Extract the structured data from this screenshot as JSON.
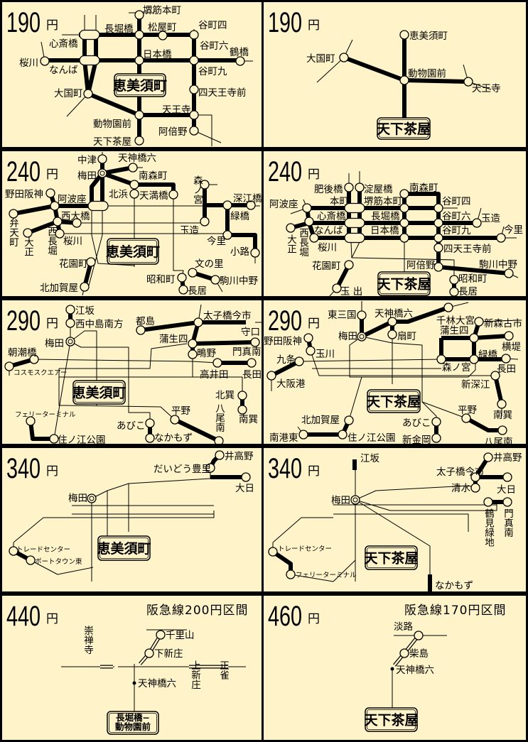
{
  "panels": [
    {
      "fare": "190",
      "yen": "円",
      "badge": [
        "恵美須町"
      ],
      "stations": [
        "堺筋本町",
        "長堀橋",
        "松屋町",
        "谷町四",
        "谷町六",
        "鶴橋",
        "心斎橋",
        "なんば",
        "桜川",
        "日本橋",
        "谷町九",
        "大国町",
        "四天王寺前",
        "天王寺",
        "動物園前",
        "阿倍野",
        "天下茶屋"
      ]
    },
    {
      "fare": "190",
      "yen": "円",
      "badge": [
        "天下茶屋"
      ],
      "stations": [
        "恵美須町",
        "大国町",
        "動物園前",
        "天王寺"
      ]
    },
    {
      "fare": "240",
      "yen": "円",
      "badge": [
        "恵美須町"
      ],
      "stations": [
        "中津",
        "梅田",
        "天神橋六",
        "南森町",
        "北浜",
        "天満橋",
        "野田阪神",
        "阿波座",
        "弁天町",
        "西大橋",
        "大正",
        "西長堀",
        "桜川",
        "森ノ宮",
        "深江橋",
        "緑橋",
        "玉造",
        "今里",
        "小路",
        "花園町",
        "北加賀屋",
        "文の里",
        "昭和町",
        "長居",
        "駒川中野"
      ]
    },
    {
      "fare": "240",
      "yen": "円",
      "badge": [
        "天下茶屋"
      ],
      "stations": [
        "肥後橋",
        "淀屋橋",
        "南森町",
        "阿波座",
        "本町",
        "堺筋本町",
        "谷町四",
        "心斎橋",
        "長堀橋",
        "谷町六",
        "玉造",
        "なんば",
        "日本橋",
        "谷町九",
        "今里",
        "大正",
        "西長堀",
        "桜川",
        "四天王寺前",
        "阿倍野",
        "駒川中野",
        "花園町",
        "昭和町",
        "長居",
        "玉 出"
      ]
    },
    {
      "fare": "290",
      "yen": "円",
      "badge": [
        "恵美須町"
      ],
      "stations": [
        "江坂",
        "西中島南方",
        "梅田",
        "都島",
        "太子橋今市",
        "守口",
        "蒲生四",
        "鴫野",
        "門真南",
        "高井田",
        "長田",
        "北巽",
        "南巽",
        "朝潮橋",
        "コスモスクエアー",
        "平野",
        "八尾南",
        "あびこ",
        "なかもず",
        "フェリーターミナル",
        "住ノ江公園"
      ]
    },
    {
      "fare": "290",
      "yen": "円",
      "badge": [
        "天下茶屋"
      ],
      "stations": [
        "東三国",
        "梅田",
        "天神橋六",
        "扇町",
        "千林大宮",
        "新森古市",
        "蒲生四",
        "横堤",
        "緑橋",
        "森ノ宮",
        "長田",
        "新深江",
        "南巽",
        "野田阪神",
        "玉川",
        "九条",
        "大阪港",
        "北加賀屋",
        "住ノ江公園",
        "南港東",
        "あびこ",
        "新金岡",
        "平野",
        "八尾南"
      ]
    },
    {
      "fare": "340",
      "yen": "円",
      "badge": [
        "恵美須町"
      ],
      "stations": [
        "井高野",
        "だいどう豊里",
        "大日",
        "梅田",
        "トレードセンター",
        "ポートタウン東"
      ]
    },
    {
      "fare": "340",
      "yen": "円",
      "badge": [
        "天下茶屋"
      ],
      "stations": [
        "江坂",
        "梅田",
        "太子橋今市",
        "井高野",
        "大日",
        "清水",
        "鶴見緑地",
        "門真南",
        "トレードセンター",
        "フェリーターミナル",
        "なかもず"
      ]
    },
    {
      "fare": "440",
      "yen": "円",
      "note": "阪急線200円区間",
      "badge": [
        "長堀橋−",
        "動物園前"
      ],
      "stations": [
        "千里山",
        "下新庄",
        "天神橋六",
        "崇禅寺",
        "上新庄",
        "正雀"
      ]
    },
    {
      "fare": "460",
      "yen": "円",
      "note": "阪急線170円区間",
      "badge": [
        "天下茶屋"
      ],
      "stations": [
        "淡路",
        "柴島",
        "天神橋六"
      ]
    }
  ]
}
